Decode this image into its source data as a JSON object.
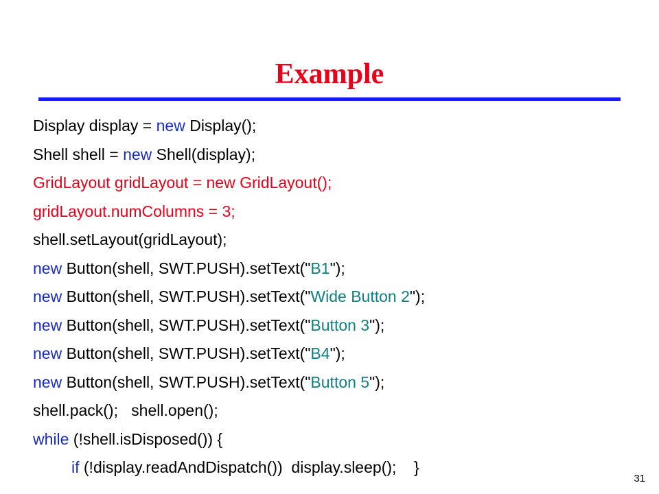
{
  "slide": {
    "title": "Example",
    "slide_number": "31"
  },
  "code_lines": [
    {
      "segments": [
        "Display display = ",
        "new",
        " Display();"
      ]
    },
    {
      "segments": [
        "Shell shell = ",
        "new",
        " Shell(display);"
      ]
    },
    {
      "segments": [
        "GridLayout gridLayout = new GridLayout();"
      ]
    },
    {
      "segments": [
        "gridLayout.numColumns = 3;"
      ]
    },
    {
      "segments": [
        "shell.setLayout(gridLayout);"
      ]
    },
    {
      "segments": [
        "new",
        " Button(shell, SWT.PUSH).setText(\"",
        "B1",
        "\");"
      ]
    },
    {
      "segments": [
        "new",
        " Button(shell, SWT.PUSH).setText(\"",
        "Wide Button 2",
        "\");"
      ]
    },
    {
      "segments": [
        "new",
        " Button(shell, SWT.PUSH).setText(\"",
        "Button 3",
        "\");"
      ]
    },
    {
      "segments": [
        "new",
        " Button(shell, SWT.PUSH).setText(\"",
        "B4",
        "\");"
      ]
    },
    {
      "segments": [
        "new",
        " Button(shell, SWT.PUSH).setText(\"",
        "Button 5",
        "\");"
      ]
    },
    {
      "segments": [
        "shell.pack();   shell.open();"
      ]
    },
    {
      "segments": [
        "while",
        " (!shell.isDisposed()) {"
      ]
    },
    {
      "segments": [
        "if",
        " (!display.readAndDispatch())  display.sleep();    }"
      ]
    }
  ],
  "colors": {
    "title": "#e8001a",
    "rule": "#1a1aee",
    "keyword": "#1a2bc2",
    "highlight": "#e8001a",
    "string": "#0f7f7f"
  }
}
